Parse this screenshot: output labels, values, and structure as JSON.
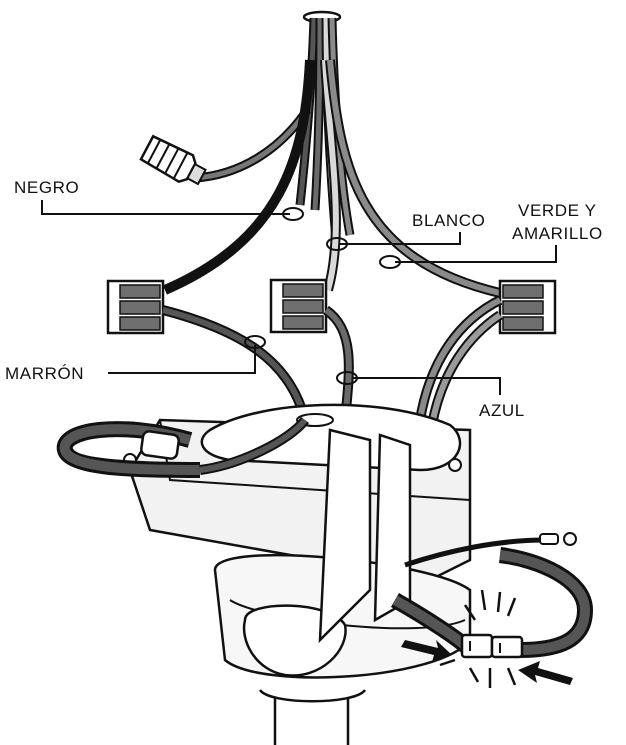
{
  "labels": {
    "negro": "NEGRO",
    "blanco": "BLANCO",
    "verde_line1": "VERDE Y",
    "verde_line2": "AMARILLO",
    "marron": "MARRÓN",
    "azul": "AZUL"
  },
  "colors": {
    "outline": "#111111",
    "wire_black": "#111111",
    "wire_brown": "#555555",
    "wire_blue": "#6a6a6a",
    "wire_white": "#d9d9d9",
    "wire_green_yellow": "#8a8a8a",
    "housing": "#f2f2f2",
    "connector_body": "#6f6f6f"
  },
  "icons": {
    "wire_nut": "wire-nut-icon",
    "lever_connector": "lever-connector-icon",
    "plug_connector": "plug-connector-icon",
    "arrow": "arrow-icon",
    "click_burst": "click-burst-icon"
  }
}
